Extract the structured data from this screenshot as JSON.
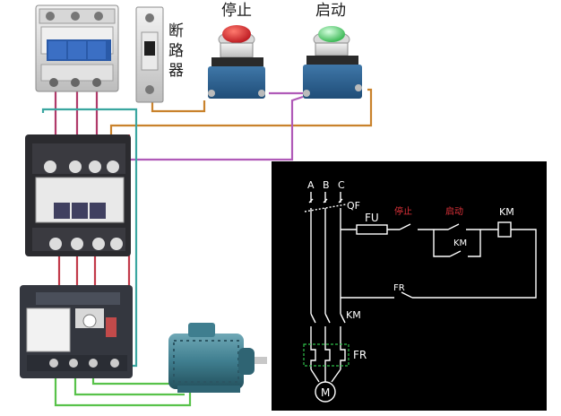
{
  "labels": {
    "breaker": [
      "断",
      "路",
      "器"
    ],
    "stop": "停止",
    "start": "启动"
  },
  "schematic": {
    "phases": [
      "A",
      "B",
      "C"
    ],
    "qf": "QF",
    "fu": "FU",
    "stop": "停止",
    "start": "启动",
    "km_coil": "KM",
    "km_aux": "KM",
    "fr_contact": "FR",
    "km_main": "KM",
    "fr_element": "FR",
    "motor": "M"
  },
  "colors": {
    "stop_button": "#d8262b",
    "start_button": "#2fb34a",
    "contactor_body": "#e9e9e9",
    "overload_body": "#3a3d46",
    "motor_body": "#3f7e8f",
    "schematic_bg": "#000000",
    "schematic_line": "#ffffff",
    "schematic_red_text": "#e0323a",
    "schematic_green": "#2fbf4a",
    "wire_purple": "#b05ab8",
    "wire_orange": "#c9822c",
    "wire_teal": "#3aa6a0",
    "wire_green": "#58c24a"
  }
}
